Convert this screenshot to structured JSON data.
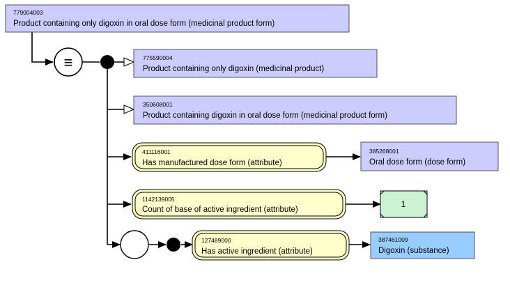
{
  "focus_concept": {
    "id": "779004003",
    "label": "Product containing only digoxin in oral dose form (medicinal product form)"
  },
  "definition_status_symbol": "≡",
  "parents": [
    {
      "id": "775590004",
      "label": "Product containing only digoxin (medicinal product)"
    },
    {
      "id": "350608001",
      "label": "Product containing digoxin in oral dose form (medicinal product form)"
    }
  ],
  "attributes": [
    {
      "attribute": {
        "id": "411116001",
        "label": "Has manufactured dose form (attribute)"
      },
      "value": {
        "kind": "concept",
        "id": "385268001",
        "label": "Oral dose form (dose form)"
      }
    },
    {
      "attribute": {
        "id": "1142139005",
        "label": "Count of base of active ingredient (attribute)"
      },
      "value": {
        "kind": "concrete",
        "label": "1"
      }
    }
  ],
  "role_group": {
    "attribute": {
      "id": "127489000",
      "label": "Has active ingredient (attribute)"
    },
    "value": {
      "kind": "substance",
      "id": "387461009",
      "label": "Digoxin (substance)"
    }
  },
  "colors": {
    "defined_concept_fill": "#ccccff",
    "attribute_fill": "#ffffcc",
    "concrete_value_fill": "#ccf2d4",
    "substance_fill": "#99ccff",
    "line": "#000000"
  }
}
